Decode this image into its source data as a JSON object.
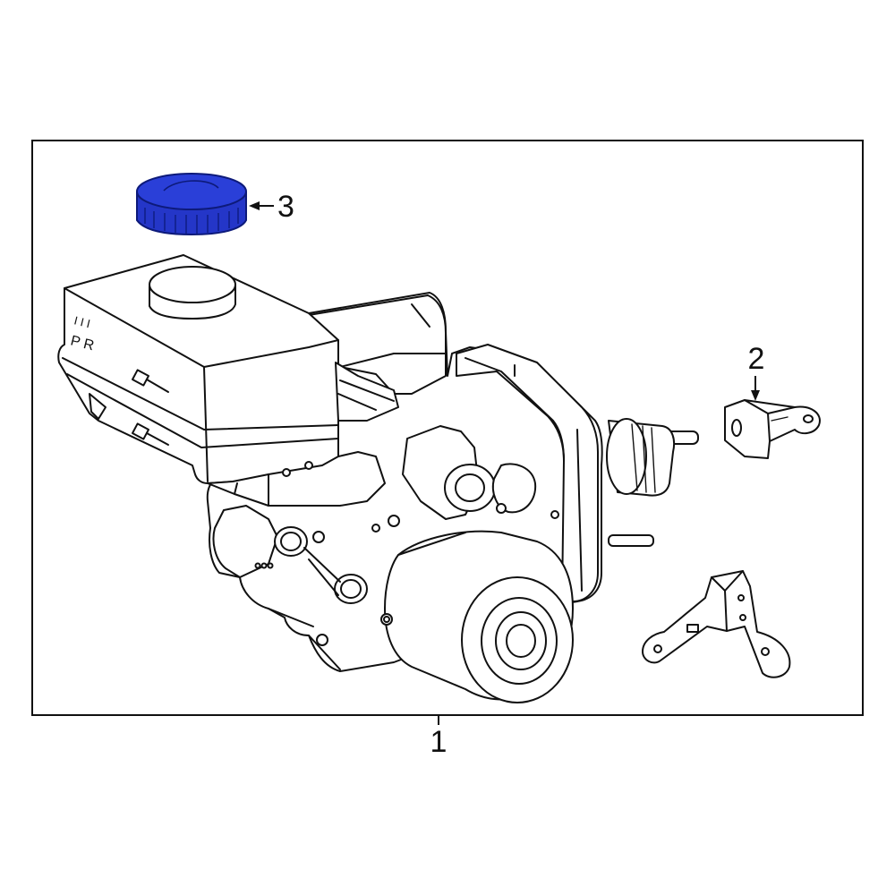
{
  "callouts": {
    "assembly": "1",
    "bracket": "2",
    "cap": "3"
  },
  "reservoir_marks": {
    "line1": "I I I",
    "line2": "P R"
  },
  "colors": {
    "highlight": "#2436c8",
    "line": "#111111",
    "background": "#ffffff"
  }
}
